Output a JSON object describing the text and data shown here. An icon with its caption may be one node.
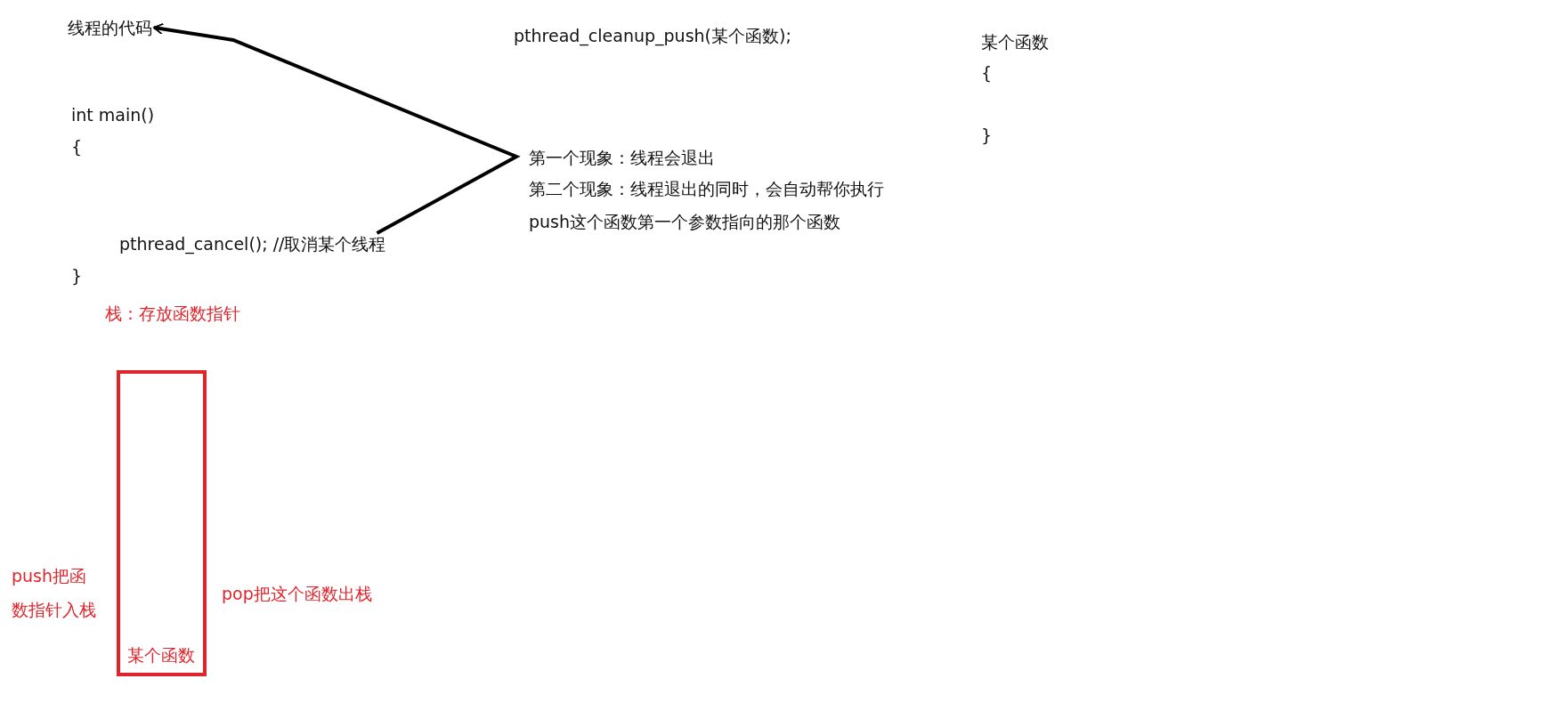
{
  "diagram": {
    "nodes": [
      {
        "text": [
          "线程的代码"
        ]
      },
      {
        "text": [
          "pthread_cancel();   //取消某个线程"
        ]
      },
      {
        "text": [
          "栈：存放函数指针",
          "某个函数"
        ],
        "beside": [
          "push把函数指针入栈",
          "pop把这个函数出栈"
        ]
      }
    ],
    "edges": [
      {
        "from": 1,
        "to": 0,
        "arrow": "to"
      }
    ],
    "labels": [
      "pthread_cleanup_push(某个函数);",
      "某个函数",
      "{",
      "}",
      "int  main()",
      "{",
      "}",
      "第一个现象：线程会退出",
      "第二个现象：线程退出的同时，会自动帮你执行push这个函数第一个参数指向的那个函数"
    ]
  }
}
